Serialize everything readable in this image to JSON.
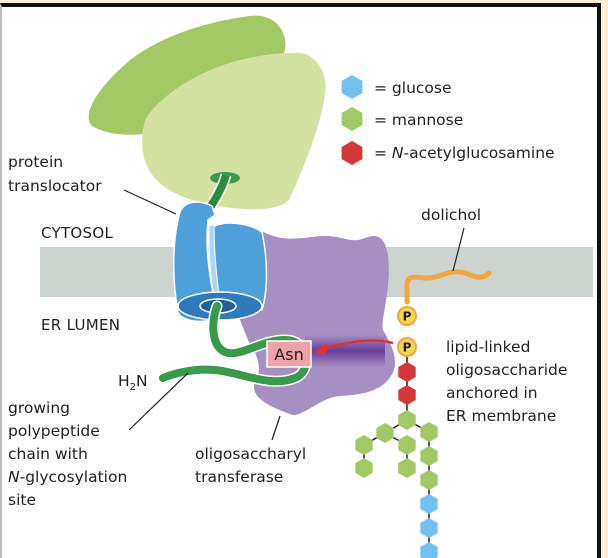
{
  "legend": {
    "items": [
      {
        "icon": "glucose-hexagon-icon",
        "color": "#73c1ec",
        "prefix": "= ",
        "label": "glucose",
        "italic_prefix": ""
      },
      {
        "icon": "mannose-hexagon-icon",
        "color": "#a1c965",
        "prefix": "= ",
        "label": "mannose",
        "italic_prefix": ""
      },
      {
        "icon": "n-acetylglucosamine-hexagon-icon",
        "color": "#d6353a",
        "prefix": "= ",
        "label": "-acetylglucosamine",
        "italic_prefix": "N"
      }
    ]
  },
  "labels": {
    "protein_translocator": [
      "protein",
      "translocator"
    ],
    "cytosol": "CYTOSOL",
    "er_lumen": "ER LUMEN",
    "dolichol": "dolichol",
    "h2n": {
      "h": "H",
      "sub": "2",
      "n": "N"
    },
    "asn": "Asn",
    "phosphate": "P",
    "lipid_linked": [
      "lipid-linked",
      "oligosaccharide",
      "anchored in",
      "ER membrane"
    ],
    "growing_chain": [
      "growing",
      "polypeptide",
      "chain with"
    ],
    "glycosylation": {
      "italic": "N",
      "rest": "-glycosylation"
    },
    "site": "site",
    "ost": [
      "oligosaccharyl",
      "transferase"
    ]
  },
  "colors": {
    "ribosome_large": "#a3c866",
    "ribosome_small": "#d3e2a0",
    "translocator": "#4f9fd8",
    "translocator_dark": "#2f79bd",
    "ost": "#a68fc2",
    "ost_dark": "#5a2f91",
    "membrane": "#cdd3cf",
    "polypeptide": "#3a9a4c",
    "dolichol": "#f0a73c",
    "phosphate": "#f8d64a",
    "asn_box": "#eea3a8",
    "arrow": "#e0312f",
    "glucose": "#73c1ec",
    "mannose": "#a1c965",
    "glcnac": "#d6353a"
  }
}
